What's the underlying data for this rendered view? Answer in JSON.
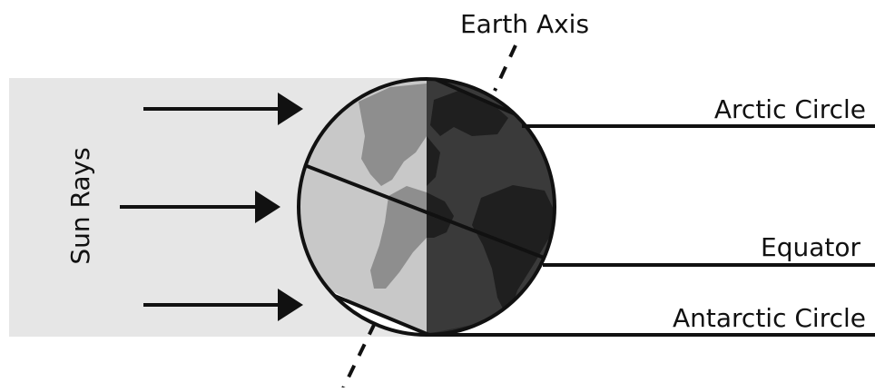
{
  "labels": {
    "earth_axis": "Earth Axis",
    "sun_rays": "Sun Rays",
    "arctic_circle": "Arctic Circle",
    "equator": "Equator",
    "antarctic_circle": "Antarctic Circle"
  },
  "colors": {
    "sunlit_band": "#e6e6e6",
    "day_side": "#c8c8c8",
    "night_side": "#3a3a3a",
    "day_land": "#8e8e8e",
    "night_land": "#1f1f1f",
    "lines": "#111111"
  }
}
